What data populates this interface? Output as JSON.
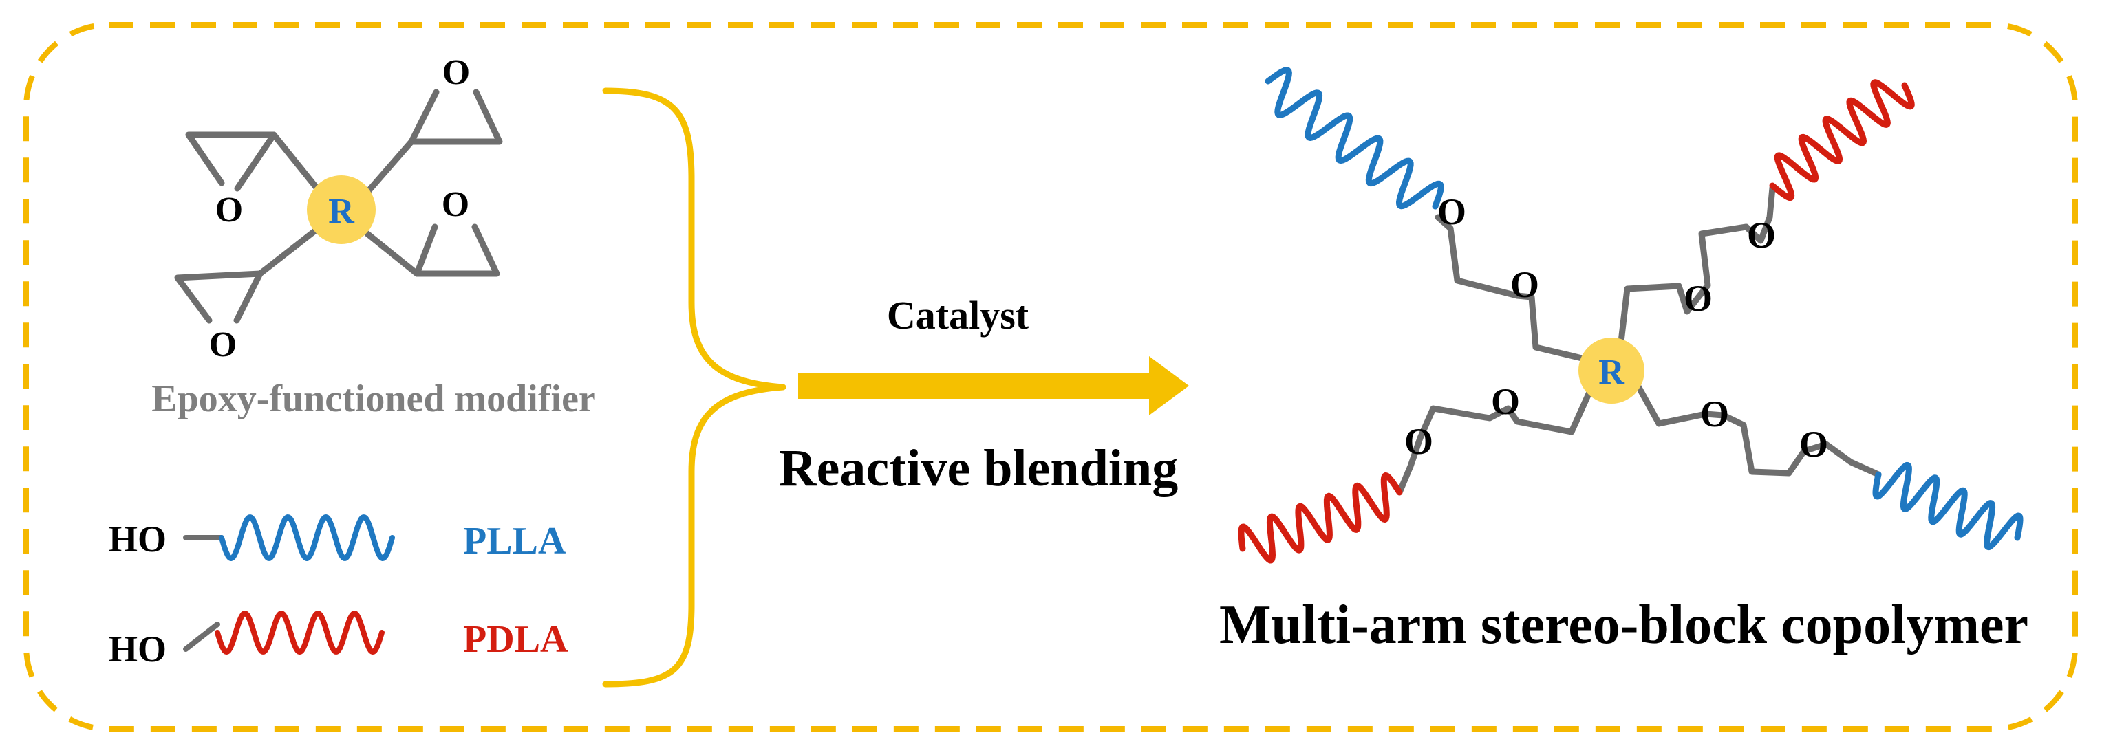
{
  "colors": {
    "frame": "#F5B800",
    "bracket": "#F5C000",
    "arrow": "#F5C000",
    "core_fill": "#FBD65A",
    "bond": "#6E6E6E",
    "plla": "#1F78C1",
    "pdla": "#D41E10",
    "text": "#000000",
    "modifier_label": "#7F7F7F",
    "core_label": "#1F6FC5"
  },
  "left": {
    "modifier": {
      "core_label": "R",
      "oxygen_labels": [
        "O",
        "O",
        "O",
        "O"
      ],
      "caption": "Epoxy-functioned modifier"
    },
    "legend": [
      {
        "end_group": "HO",
        "label": "PLLA",
        "color": "#1F78C1"
      },
      {
        "end_group": "HO",
        "label": "PDLA",
        "color": "#D41E10"
      }
    ]
  },
  "reaction": {
    "condition_label": "Catalyst",
    "process_label": "Reactive blending"
  },
  "right": {
    "core_label": "R",
    "oxygen_labels": [
      "O",
      "O",
      "O",
      "O",
      "O",
      "O",
      "O",
      "O"
    ],
    "arm_colors": [
      "#1F78C1",
      "#D41E10",
      "#D41E10",
      "#1F78C1"
    ],
    "caption": "Multi-arm stereo-block copolymer"
  }
}
